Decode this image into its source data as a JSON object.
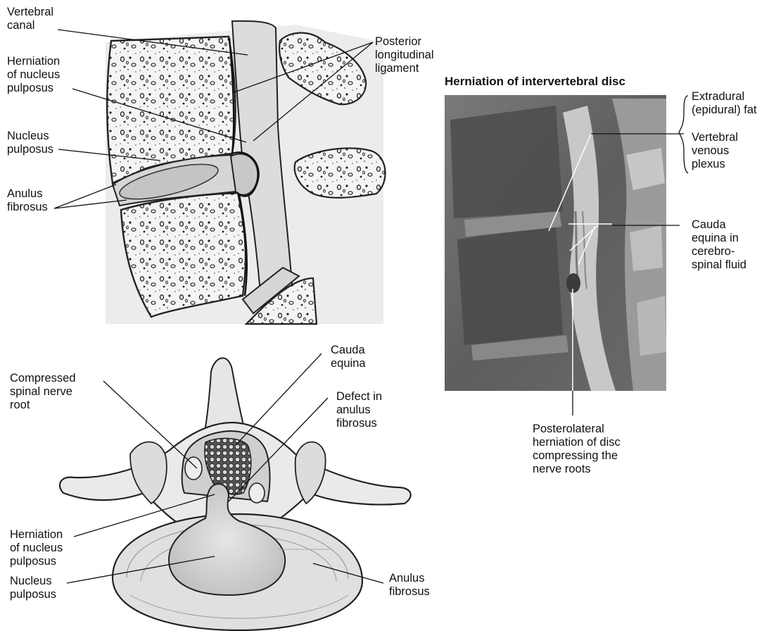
{
  "figure": {
    "mri_title": "Herniation of intervertebral disc",
    "sagittal_labels": {
      "vertebral_canal": "Vertebral\ncanal",
      "herniation_nucleus": "Herniation\nof nucleus\npulposus",
      "nucleus_pulposus": "Nucleus\npulposus",
      "anulus_fibrosus": "Anulus\nfibrosus",
      "posterior_ligament": "Posterior\nlongitudinal\nligament"
    },
    "mri_labels": {
      "extradural_fat": "Extradural\n(epidural) fat",
      "venous_plexus": "Vertebral\nvenous\nplexus",
      "cauda_equina_csf": "Cauda\nequina in\ncerebro-\nspinal fluid",
      "posterolateral_herniation": "Posterolateral\nherniation of disc\ncompressing the\nnerve roots"
    },
    "axial_labels": {
      "cauda_equina": "Cauda\nequina",
      "compressed_root": "Compressed\nspinal nerve\nroot",
      "defect_anulus": "Defect in\nanulus\nfibrosus",
      "herniation_nucleus": "Herniation\nof nucleus\npulposus",
      "nucleus_pulposus": "Nucleus\npulposus",
      "anulus_fibrosus": "Anulus\nfibrosus"
    }
  }
}
